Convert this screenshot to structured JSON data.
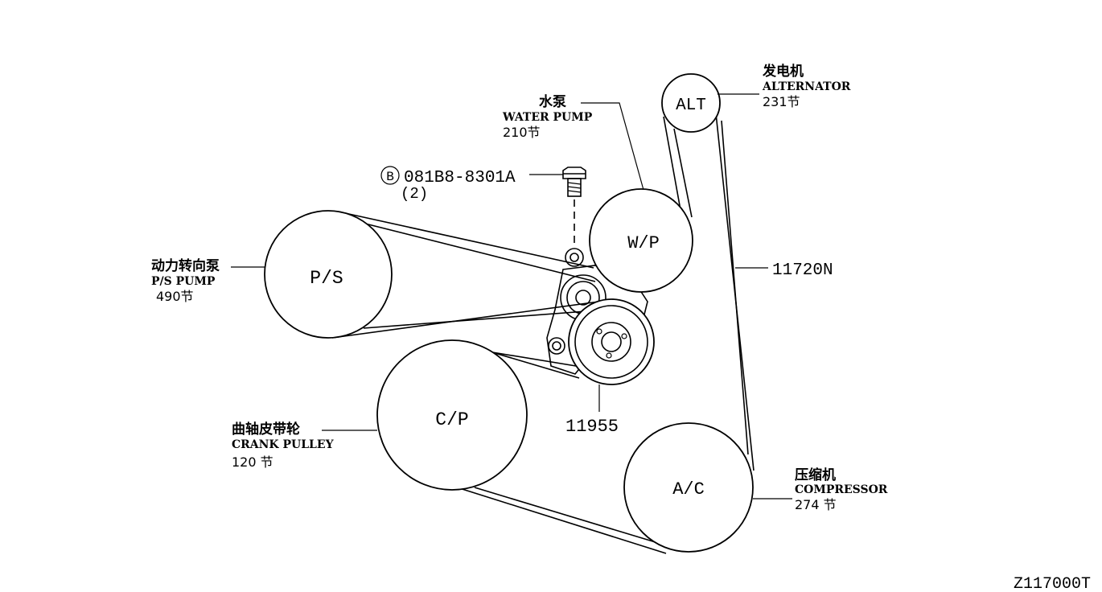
{
  "diagram": {
    "pulleys": {
      "alt": "ALT",
      "wp": "W/P",
      "ps": "P/S",
      "cp": "C/P",
      "ac": "A/C"
    },
    "labels": {
      "alternator": {
        "cn": "发电机",
        "en": "ALTERNATOR",
        "ref": "231节"
      },
      "water_pump": {
        "cn": "水泵",
        "en": "WATER PUMP",
        "ref": "210节"
      },
      "ps_pump": {
        "cn": "动力转向泵",
        "en": "P/S PUMP",
        "ref": "490节"
      },
      "crank_pulley": {
        "cn": "曲轴皮带轮",
        "en": "CRANK PULLEY",
        "ref": "120 节"
      },
      "compressor": {
        "cn": "压缩机",
        "en": "COMPRESSOR",
        "ref": "274 节"
      }
    },
    "bolt": {
      "symbol": "B",
      "part_no": "081B8-8301A",
      "qty": "(2)"
    },
    "belt_part": "11720N",
    "tensioner_part": "11955",
    "figure_code": "Z117000T"
  }
}
